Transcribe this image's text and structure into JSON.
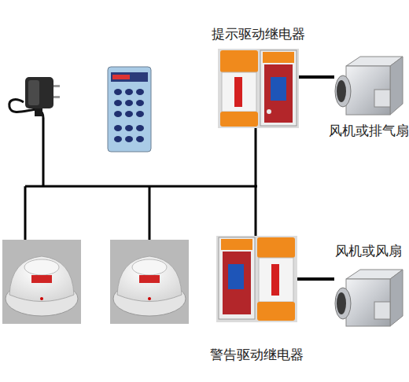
{
  "diagram": {
    "nodes": [
      {
        "text": [
          "提示驱动继电器"
        ]
      },
      {
        "text": [
          "风机或排气扇"
        ]
      },
      {
        "text": [
          "风机或风扇"
        ]
      },
      {
        "text": [
          "警告驱动继电器"
        ]
      }
    ],
    "edges": [
      {
        "from": 0,
        "to": 1,
        "arrow": "none"
      },
      {
        "from": 0,
        "to": 3,
        "arrow": "none"
      },
      {
        "from": 3,
        "to": 2,
        "arrow": "none"
      }
    ]
  }
}
